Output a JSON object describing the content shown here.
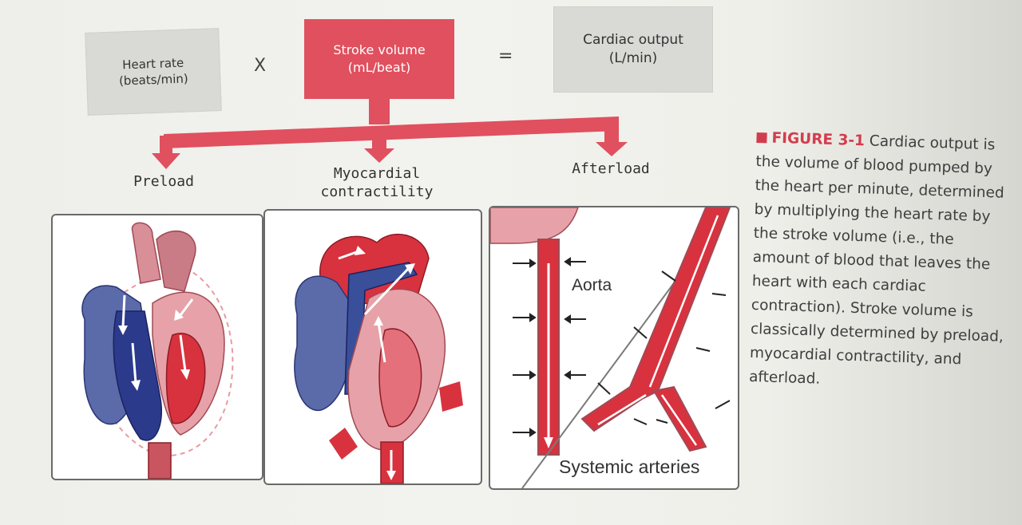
{
  "formula": {
    "heart_rate": {
      "line1": "Heart rate",
      "line2": "(beats/min)"
    },
    "times": "X",
    "stroke_volume": {
      "line1": "Stroke volume",
      "line2": "(mL/beat)"
    },
    "equals": "=",
    "cardiac_output": {
      "line1": "Cardiac output",
      "line2": "(L/min)"
    }
  },
  "determinants": {
    "preload": "Preload",
    "contractility_line1": "Myocardial",
    "contractility_line2": "contractility",
    "afterload": "Afterload"
  },
  "panel_labels": {
    "aorta": "Aorta",
    "systemic_arteries": "Systemic arteries"
  },
  "caption": {
    "figure_label": "FIGURE 3-1",
    "text": "Cardiac output is the volume of blood pumped by the heart per minute, determined by multiplying the heart rate by the stroke volume (i.e., the amount of blood that leaves the heart with each cardiac contraction). Stroke volume is classically determined by preload, myocardial contractility, and afterload."
  },
  "colors": {
    "accent_red": "#e0505e",
    "box_gray": "#d9d9d6",
    "venous_blue": "#3a4f9a",
    "arterial_red": "#d8323f"
  }
}
